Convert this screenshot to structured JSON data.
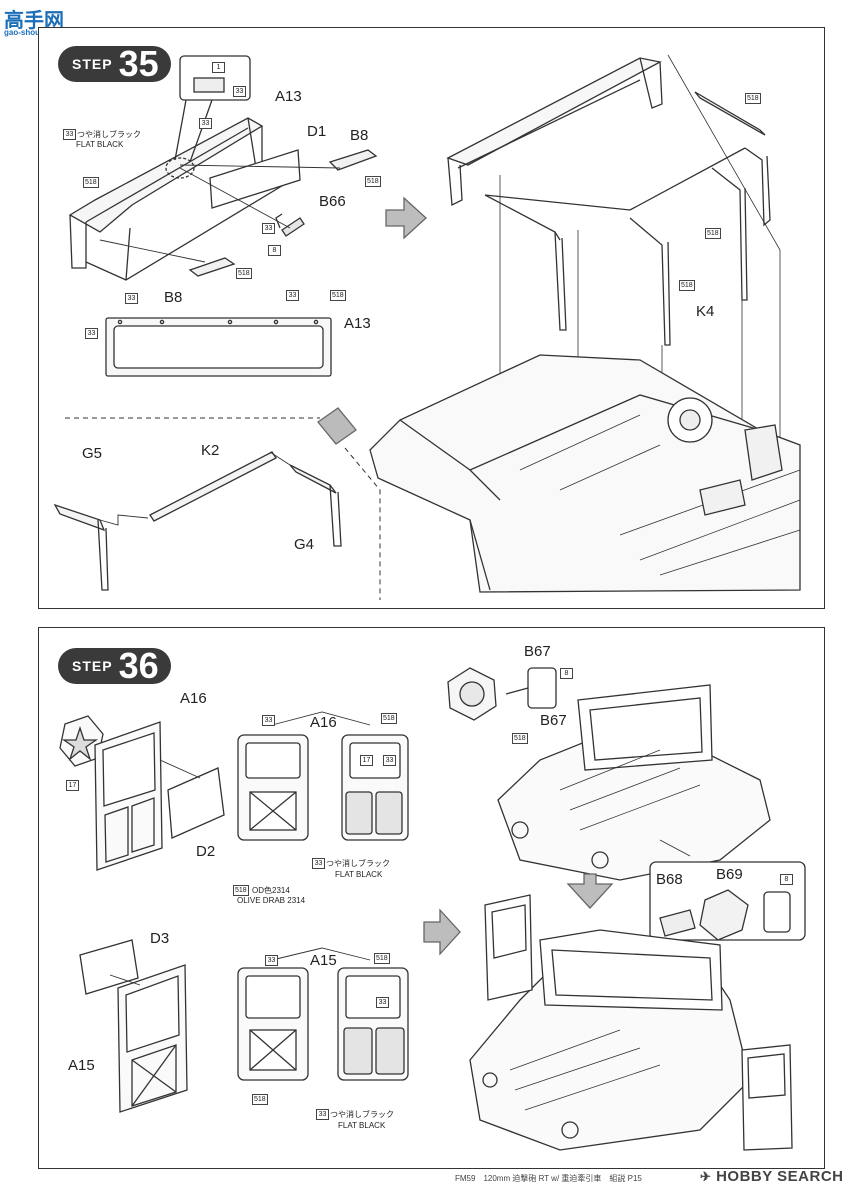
{
  "watermark": {
    "site_cn": "高手网",
    "site_url": "gao-shou.com.cn"
  },
  "steps": [
    {
      "word": "STEP",
      "number": "35",
      "labels": {
        "a13_top": "A13",
        "d1": "D1",
        "b8_top": "B8",
        "b66": "B66",
        "b8_bottom": "B8",
        "a13_bottom": "A13",
        "k4": "K4",
        "g5": "G5",
        "k2": "K2",
        "g4": "G4"
      },
      "paint_note": {
        "code": "33",
        "jp": "つや消しブラック",
        "en": "FLAT BLACK"
      },
      "chips": {
        "c1": "1",
        "c33a": "33",
        "c33b": "33",
        "c518a": "518",
        "c518b": "518",
        "c33c": "33",
        "c8": "8",
        "c518c": "518",
        "c33d": "33",
        "c33e": "33",
        "c518d": "518",
        "c33f": "33",
        "c518e": "518",
        "c518f": "518",
        "c518g": "518"
      }
    },
    {
      "word": "STEP",
      "number": "36",
      "labels": {
        "a16_left": "A16",
        "a16_mid": "A16",
        "d2": "D2",
        "b67_top": "B67",
        "b67_mid": "B67",
        "b68": "B68",
        "b69": "B69",
        "d3": "D3",
        "a15_left": "A15",
        "a15_mid": "A15"
      },
      "paint_notes": {
        "flat_black_1": {
          "code": "33",
          "jp": "つや消しブラック",
          "en": "FLAT BLACK"
        },
        "olive": {
          "code": "518",
          "jp": "OD色2314",
          "en": "OLIVE DRAB 2314"
        },
        "flat_black_2": {
          "code": "33",
          "jp": "つや消しブラック",
          "en": "FLAT BLACK"
        }
      },
      "chips": {
        "c8a": "8",
        "c518a": "518",
        "c17a": "17",
        "c33a": "33",
        "c518b": "518",
        "c17b": "17",
        "c33b": "33",
        "c8b": "8",
        "c33c": "33",
        "c518c": "518",
        "c33d": "33",
        "c518d": "518"
      }
    }
  ],
  "footer": {
    "text": "FM59　120mm 迫撃砲 RT w/ 重迫牽引車　組説 P15",
    "brand": "HOBBY SEARCH"
  }
}
